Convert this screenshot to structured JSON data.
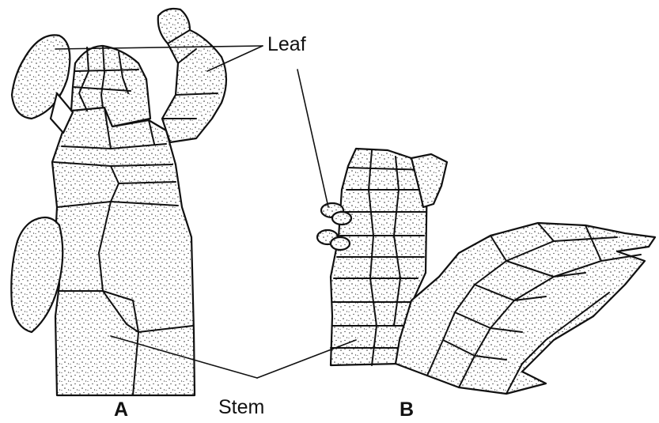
{
  "labels": {
    "leaf": "Leaf",
    "stem": "Stem",
    "panel_a": "A",
    "panel_b": "B"
  },
  "colors": {
    "ink": "#111111",
    "background": "#ffffff"
  }
}
